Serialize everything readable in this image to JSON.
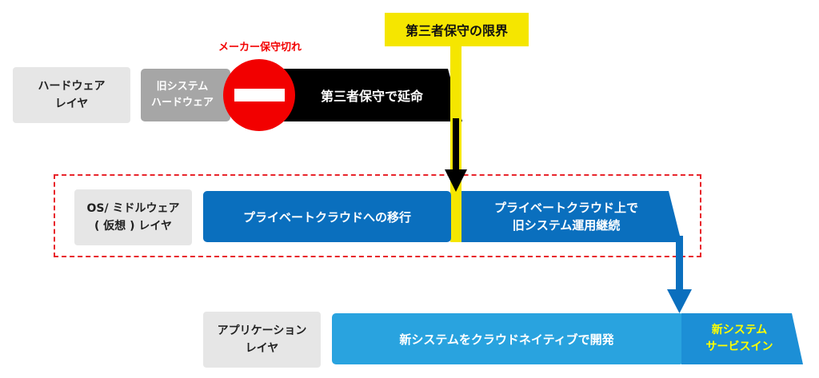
{
  "colors": {
    "hardware_gray": "#a6a6a6",
    "extension_black": "#000000",
    "limit_yellow": "#f5e600",
    "private_cloud_blue": "#0a6fbe",
    "new_system_blue": "#29a3df",
    "service_in_blue": "#1c8fd6",
    "stop_red": "#f20000",
    "dashed_red": "#e8242b",
    "label_bg": "#e6e6e6",
    "service_in_text": "#ffff00"
  },
  "icons": {
    "stop_sign": "no-entry-icon"
  },
  "layers": {
    "hardware": "ハードウェア\nレイヤ",
    "os_middleware": "OS/ ミドルウェア\n( 仮想 ) レイヤ",
    "application": "アプリケーション\nレイヤ"
  },
  "hardware_row": {
    "old_hardware": "旧システム\nハードウェア",
    "maker_support_end": "メーカー保守切れ",
    "third_party_extension": "第三者保守で延命"
  },
  "limit_label": "第三者保守の限界",
  "os_row": {
    "migration": "プライベートクラウドへの移行",
    "continue_operation": "プライベートクラウド上で\n旧システム運用継続"
  },
  "app_row": {
    "cloud_native_dev": "新システムをクラウドネイティブで開発",
    "service_in": "新システム\nサービスイン"
  }
}
